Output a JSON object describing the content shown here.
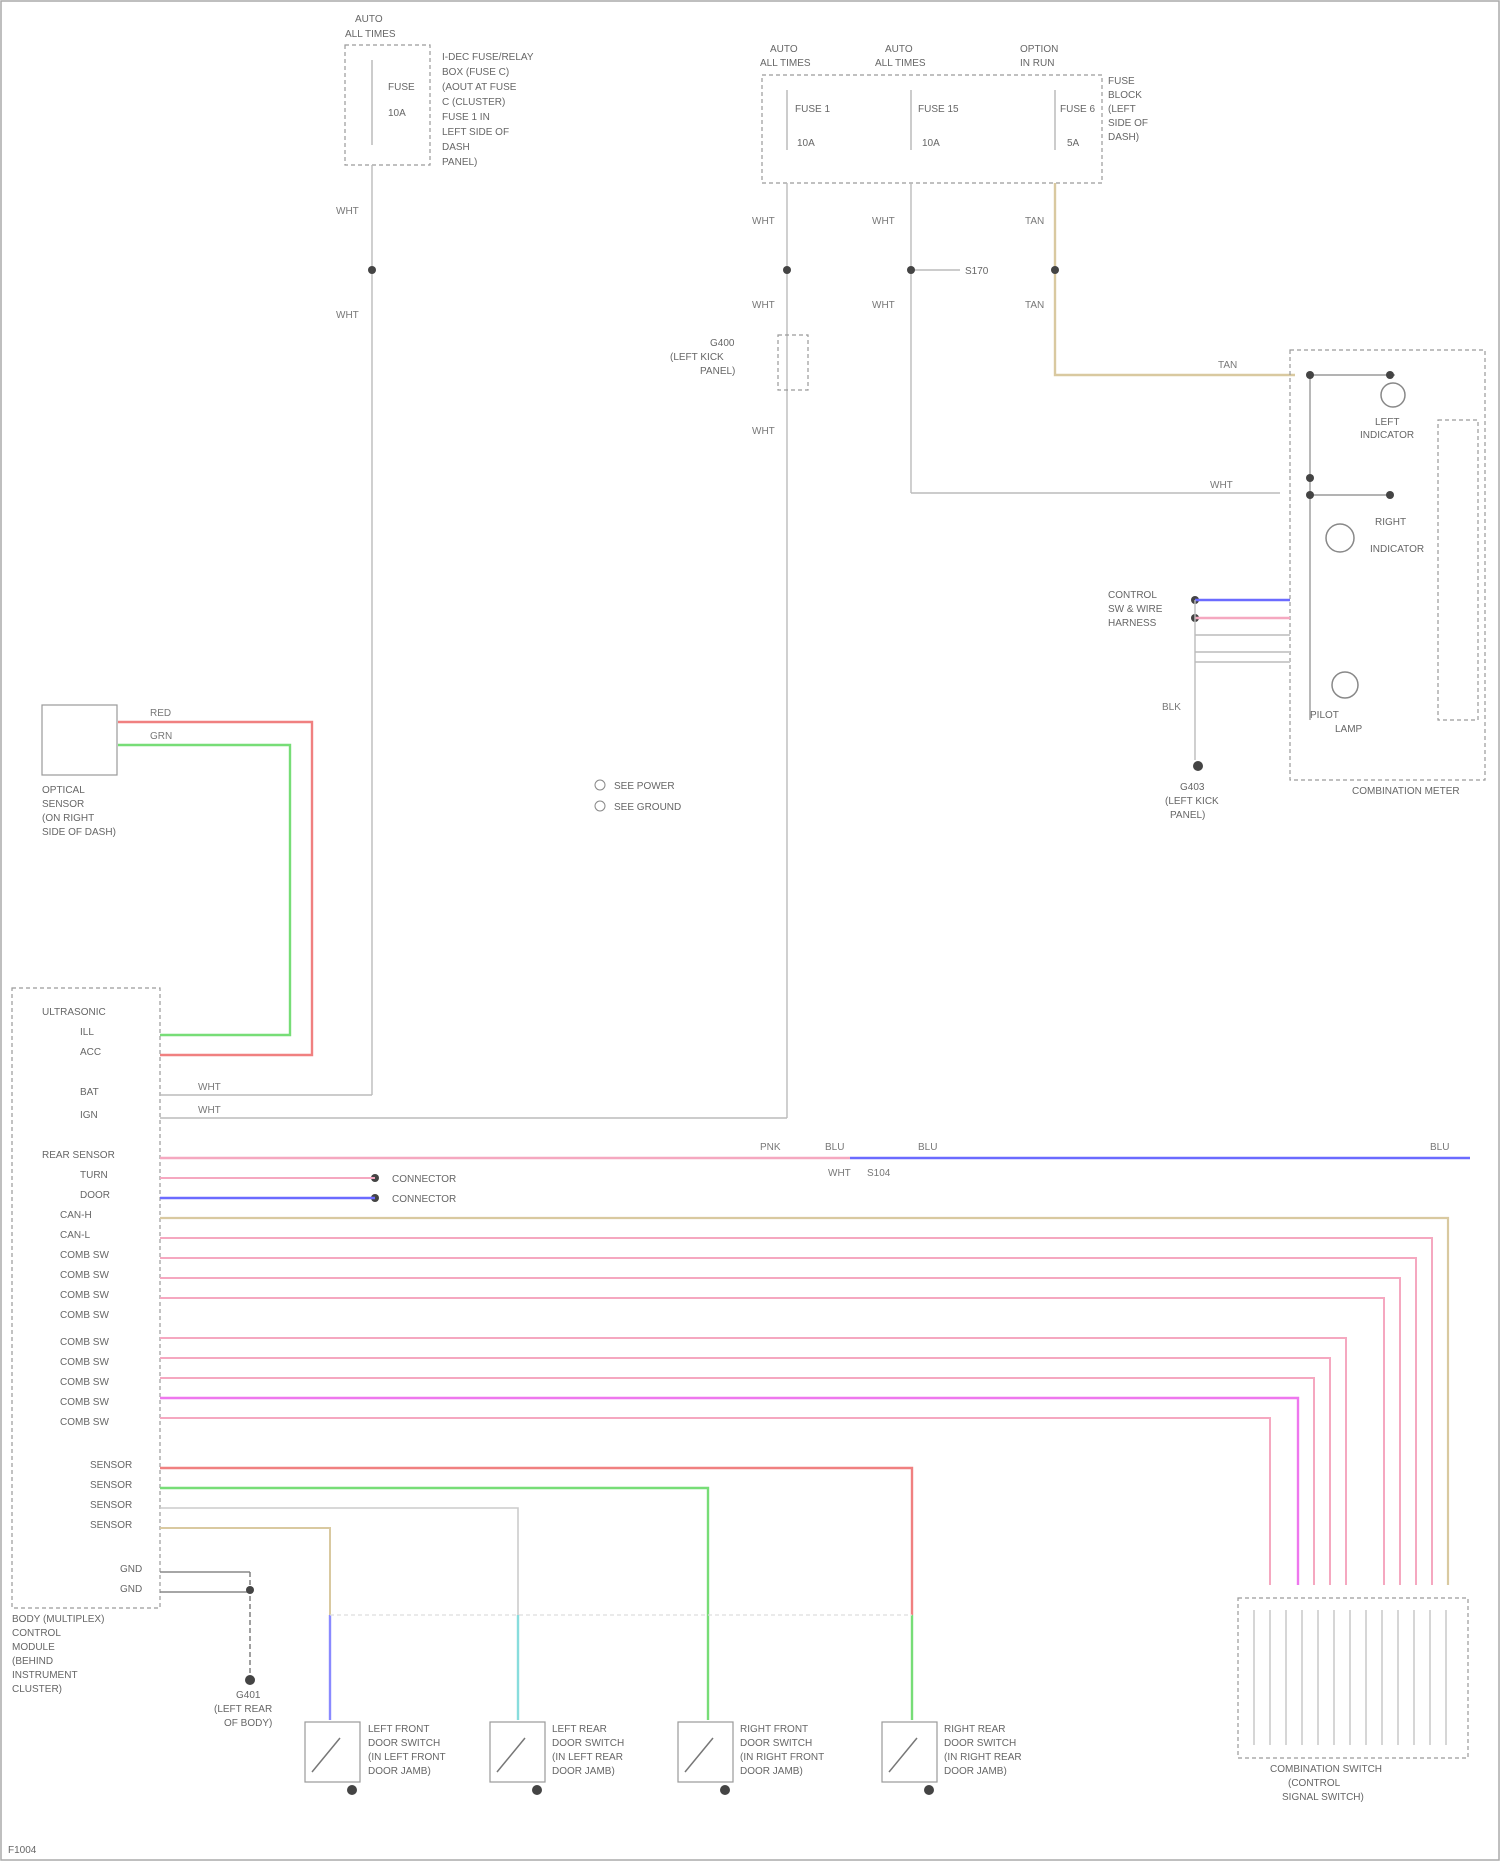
{
  "fuse_block_top": {
    "title": [
      "AUTO",
      "ALL TIMES"
    ],
    "desc": [
      "I-DEC FUSE/RELAY",
      "BOX (FUSE C)",
      "(AOUT AT FUSE",
      "C (CLUSTER)",
      "FUSE 1 IN",
      "LEFT SIDE OF",
      "DASH",
      "PANEL)"
    ],
    "fuse": [
      "FUSE",
      "10A"
    ]
  },
  "relay_group": {
    "heads": [
      [
        "AUTO",
        "ALL TIMES"
      ],
      [
        "AUTO",
        "ALL TIMES"
      ],
      [
        "OPTION",
        "IN RUN"
      ]
    ],
    "fuses": [
      "FUSE 1",
      "FUSE 15",
      "FUSE 6"
    ],
    "amps": [
      "10A",
      "10A",
      "5A"
    ],
    "desc": [
      "FUSE",
      "BLOCK",
      "(LEFT",
      "SIDE OF",
      "DASH)"
    ]
  },
  "left_component": {
    "label": [
      "OPTICAL",
      "SENSOR",
      "(ON RIGHT",
      "SIDE OF DASH)"
    ]
  },
  "ground_mid": {
    "label": [
      "G400",
      "(LEFT KICK",
      "PANEL)"
    ]
  },
  "splice_label": "S170",
  "legend": {
    "items": [
      "SEE POWER",
      "SEE GROUND"
    ]
  },
  "right_module": {
    "lamps": [
      [
        "LEFT",
        "INDICATOR"
      ],
      [
        "RIGHT",
        "INDICATOR"
      ],
      [
        "PILOT",
        "LAMP"
      ]
    ],
    "footer": "COMBINATION METER",
    "conn_label": [
      "CONTROL",
      "SW & WIRE",
      "HARNESS"
    ],
    "ground": [
      "G403",
      "(LEFT KICK",
      "PANEL)"
    ]
  },
  "main_ecu": {
    "pins_a": [
      "ULTRASONIC",
      "ILL",
      "ACC",
      "BAT",
      "IGN",
      "REAR SENSOR",
      "TURN",
      "DOOR",
      "CAN-H",
      "CAN-L",
      "COMB SW",
      "COMB SW",
      "COMB SW",
      "COMB SW"
    ],
    "pins_b": [
      "COMB SW",
      "COMB SW",
      "COMB SW",
      "COMB SW",
      "COMB SW"
    ],
    "pins_c": [
      "SENSOR",
      "SENSOR",
      "SENSOR",
      "SENSOR",
      "GND",
      "GND"
    ],
    "label": [
      "BODY (MULTIPLEX)",
      "CONTROL",
      "MODULE",
      "(BEHIND",
      "INSTRUMENT",
      "CLUSTER)"
    ]
  },
  "conn_text": [
    "CONNECTOR",
    "CONNECTOR"
  ],
  "bottom_ground": [
    "G401",
    "(LEFT REAR",
    "OF BODY)"
  ],
  "switches": [
    [
      "LEFT FRONT",
      "DOOR SWITCH",
      "(IN LEFT FRONT",
      "DOOR JAMB)"
    ],
    [
      "LEFT REAR",
      "DOOR SWITCH",
      "(IN LEFT REAR",
      "DOOR JAMB)"
    ],
    [
      "RIGHT FRONT",
      "DOOR SWITCH",
      "(IN RIGHT FRONT",
      "DOOR JAMB)"
    ],
    [
      "RIGHT REAR",
      "DOOR SWITCH",
      "(IN RIGHT REAR",
      "DOOR JAMB)"
    ]
  ],
  "combo_switch": {
    "label": [
      "COMBINATION SWITCH",
      "(CONTROL",
      "SIGNAL SWITCH)"
    ]
  },
  "footer_code": "F1004"
}
